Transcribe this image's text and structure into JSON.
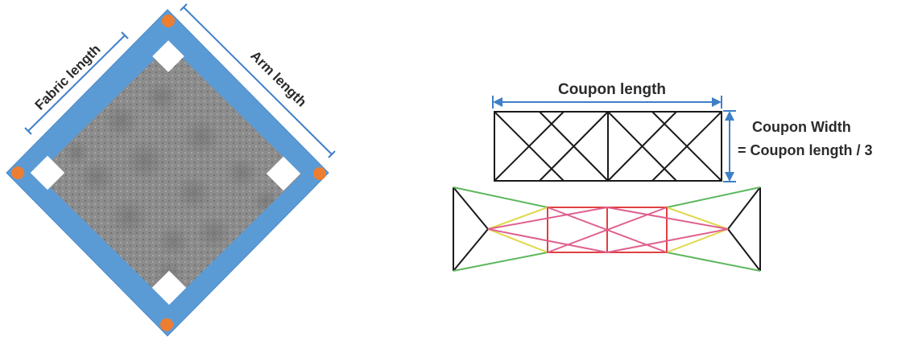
{
  "labels": {
    "fabric_length": "Fabric length",
    "arm_length": "Arm length",
    "coupon_length": "Coupon length",
    "coupon_width_line1": "Coupon Width",
    "coupon_width_line2": "= Coupon length / 3"
  },
  "colors": {
    "frame": "#5b9bd5",
    "frame_edge": "#4a89c8",
    "fabric": "#8a8a8a",
    "pin": "#ed7d31",
    "dimension": "#3f7fc8",
    "line": "#1a1a1a",
    "green": "#5cb85c",
    "yellow": "#e0d84a",
    "red": "#e04040",
    "pink": "#e06090"
  }
}
